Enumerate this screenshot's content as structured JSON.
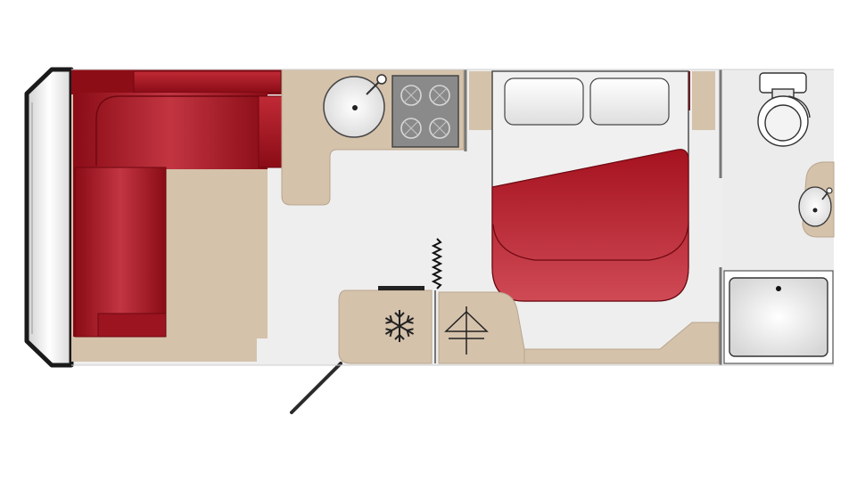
{
  "floorplan": {
    "colors": {
      "upholstery": "#a3111e",
      "upholstery_dark": "#7d0a14",
      "upholstery_light": "#c93b47",
      "furniture": "#d5c2ab",
      "floor": "#eeeeee",
      "pillow": "#f6f6f6",
      "outline": "#1a1a1a",
      "hob": "#8a8a8a"
    },
    "zones": [
      {
        "id": "front-lounge",
        "icon": "sofa-icon"
      },
      {
        "id": "kitchen",
        "icon": "sink-icon"
      },
      {
        "id": "hob",
        "icon": "hob-burner-icon"
      },
      {
        "id": "fridge",
        "icon": "snowflake-icon"
      },
      {
        "id": "wardrobe",
        "icon": "coat-hanger-icon"
      },
      {
        "id": "island-bed",
        "icon": "bed-icon"
      },
      {
        "id": "washroom",
        "icon": "toilet-icon"
      },
      {
        "id": "shower",
        "icon": "shower-tray-icon"
      }
    ]
  }
}
